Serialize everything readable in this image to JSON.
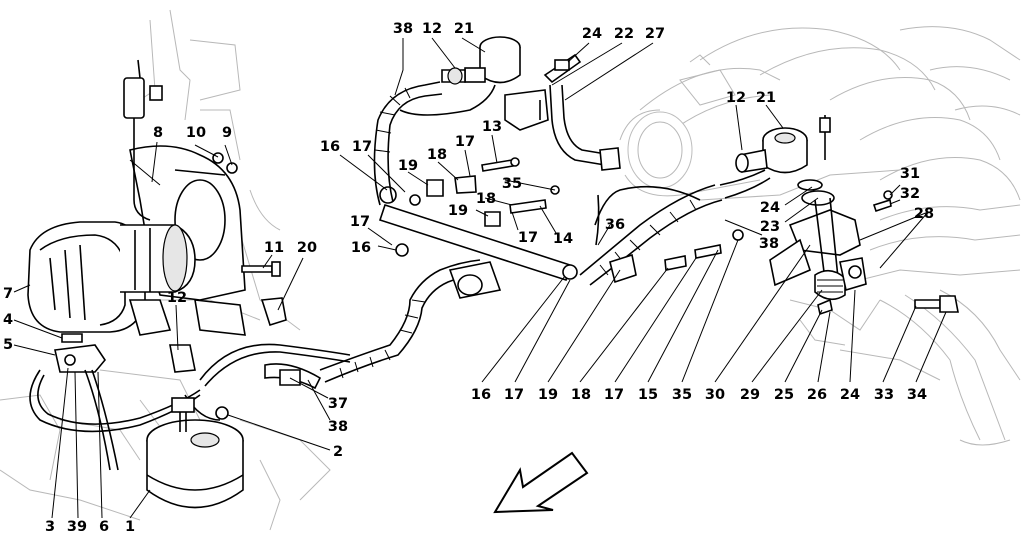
{
  "callouts": {
    "c1": "1",
    "c2": "2",
    "c3": "3",
    "c4": "4",
    "c5": "5",
    "c6": "6",
    "c7": "7",
    "c8": "8",
    "c9": "9",
    "c10": "10",
    "c11": "11",
    "c12a": "12",
    "c12b": "12",
    "c12c": "12",
    "c13": "13",
    "c14": "14",
    "c15": "15",
    "c16a": "16",
    "c16b": "16",
    "c16c": "16",
    "c17a": "17",
    "c17b": "17",
    "c17c": "17",
    "c17d": "17",
    "c17e": "17",
    "c17f": "17",
    "c18a": "18",
    "c18b": "18",
    "c18c": "18",
    "c19a": "19",
    "c19b": "19",
    "c19c": "19",
    "c20": "20",
    "c21a": "21",
    "c21b": "21",
    "c22": "22",
    "c23": "23",
    "c24a": "24",
    "c24b": "24",
    "c24c": "24",
    "c25": "25",
    "c26": "26",
    "c27": "27",
    "c28": "28",
    "c29": "29",
    "c30": "30",
    "c31": "31",
    "c32": "32",
    "c33": "33",
    "c34": "34",
    "c35a": "35",
    "c35b": "35",
    "c36": "36",
    "c37": "37",
    "c38a": "38",
    "c38b": "38",
    "c38c": "38",
    "c39": "39"
  }
}
